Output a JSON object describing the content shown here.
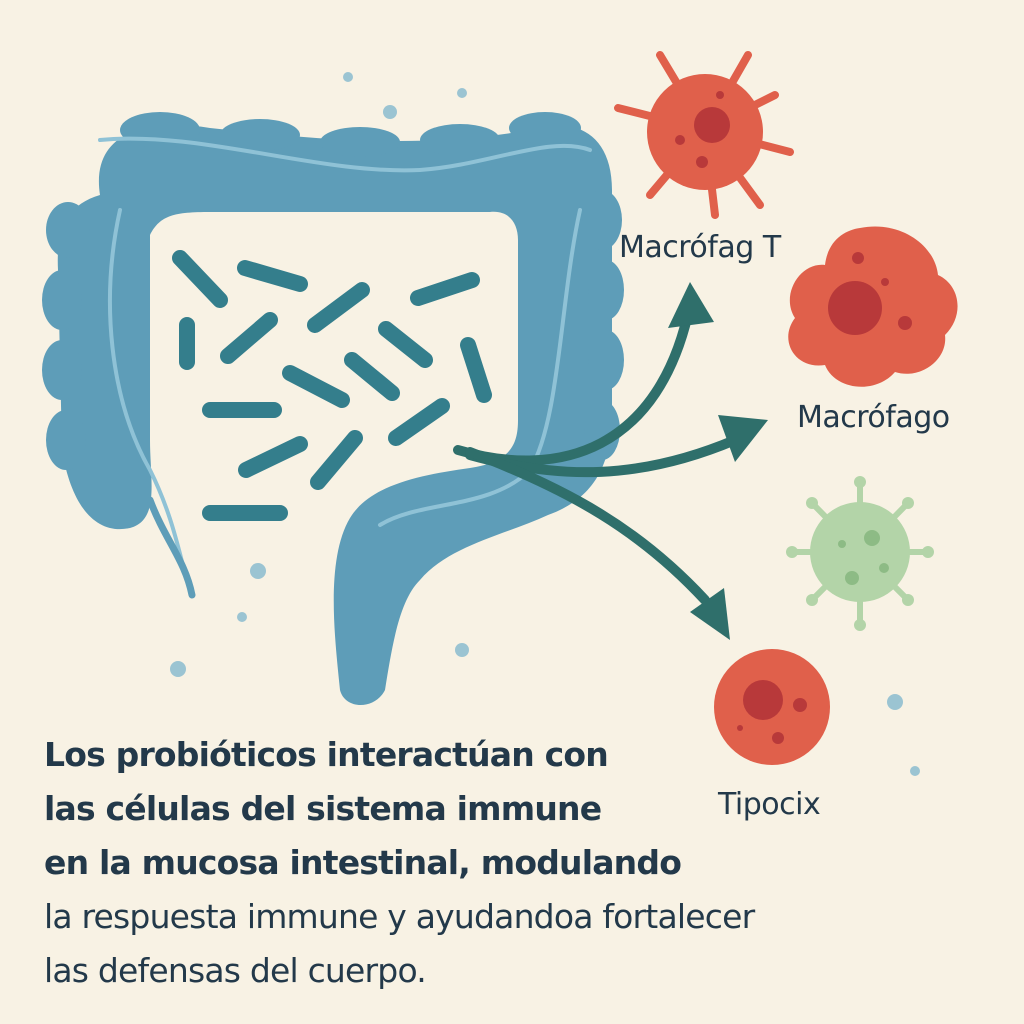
{
  "labels": {
    "t_cell": "Macrófag T",
    "macrophage": "Macrófago",
    "tipocix": "Tipocix"
  },
  "caption": {
    "lines": [
      "Los probióticos interactúan con",
      "las células del sistema immune",
      "en la mucosa intestinal, modulando",
      "la respuesta immune y ayudandoa fortalecer",
      "las defensas del cuerpo."
    ]
  },
  "colors": {
    "background": "#f8f2e4",
    "intestine": "#5e9db8",
    "intestine_highlight": "#8fc2d6",
    "bacteria": "#347e8c",
    "arrow": "#2f6f6b",
    "immune_cell_red": "#e0604b",
    "immune_cell_red_dark": "#b8393a",
    "pathogen_green": "#b3d4a8",
    "pathogen_green_dark": "#8dbb85",
    "text": "#23394a"
  },
  "icons": [
    "intestine-icon",
    "bacteria-icon",
    "t-cell-icon",
    "macrophage-icon",
    "virus-icon",
    "round-cell-icon",
    "arrow-icon"
  ]
}
